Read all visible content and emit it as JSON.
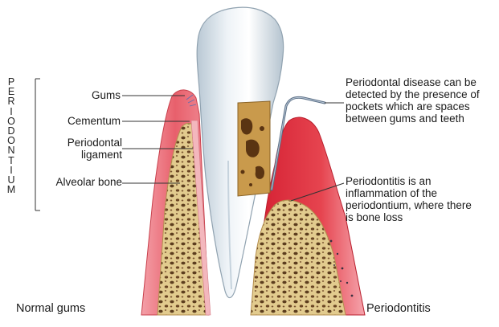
{
  "group_label": "PERIODONTIUM",
  "labels": {
    "gums": "Gums",
    "cementum": "Cementum",
    "periodontal_ligament": "Periodontal ligament",
    "alveolar_bone": "Alveolar bone"
  },
  "notes": {
    "pockets": "Periodontal disease can be detected by the presence of pockets which are spaces between gums and teeth",
    "periodontitis": "Periodontitis is an inflammation of the periodontium, where there is bone loss"
  },
  "captions": {
    "left": "Normal gums",
    "right": "Periodontitis"
  },
  "colors": {
    "gum": "#e1394a",
    "gum_light": "#f08a94",
    "bone": "#dcc58a",
    "tooth": "#dde7ee",
    "tartar": "#c79a4a"
  }
}
